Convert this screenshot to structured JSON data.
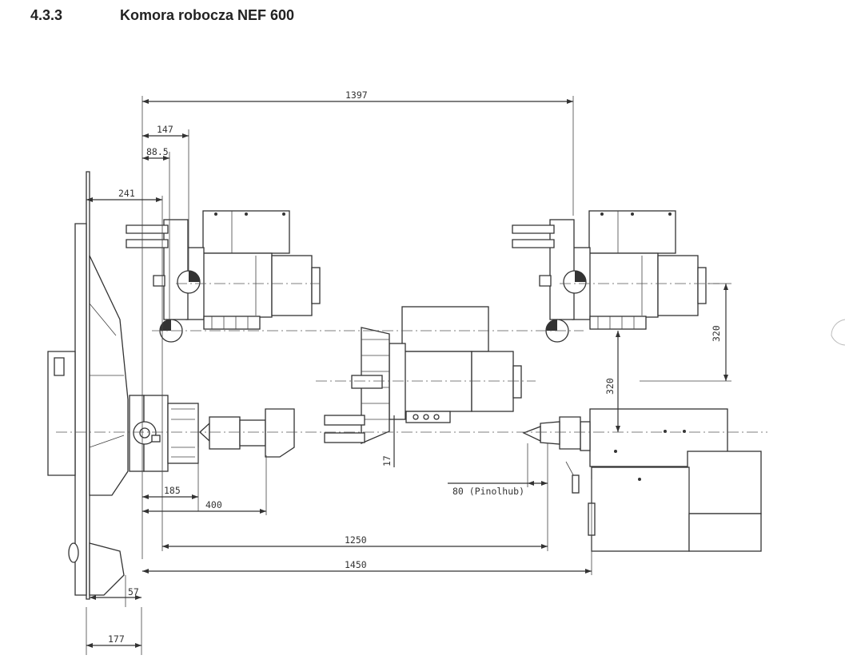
{
  "header": {
    "section_number": "4.3.3",
    "title": "Komora robocza NEF 600"
  },
  "dimensions": {
    "d1397": "1397",
    "d147": "147",
    "d88_5": "88.5",
    "d241": "241",
    "d320_upper": "320",
    "d320_lower": "320",
    "d17": "17",
    "d185": "185",
    "d400": "400",
    "d80": "80 (Pinolhub)",
    "d1250": "1250",
    "d1450": "1450",
    "d57": "57",
    "d177": "177"
  }
}
